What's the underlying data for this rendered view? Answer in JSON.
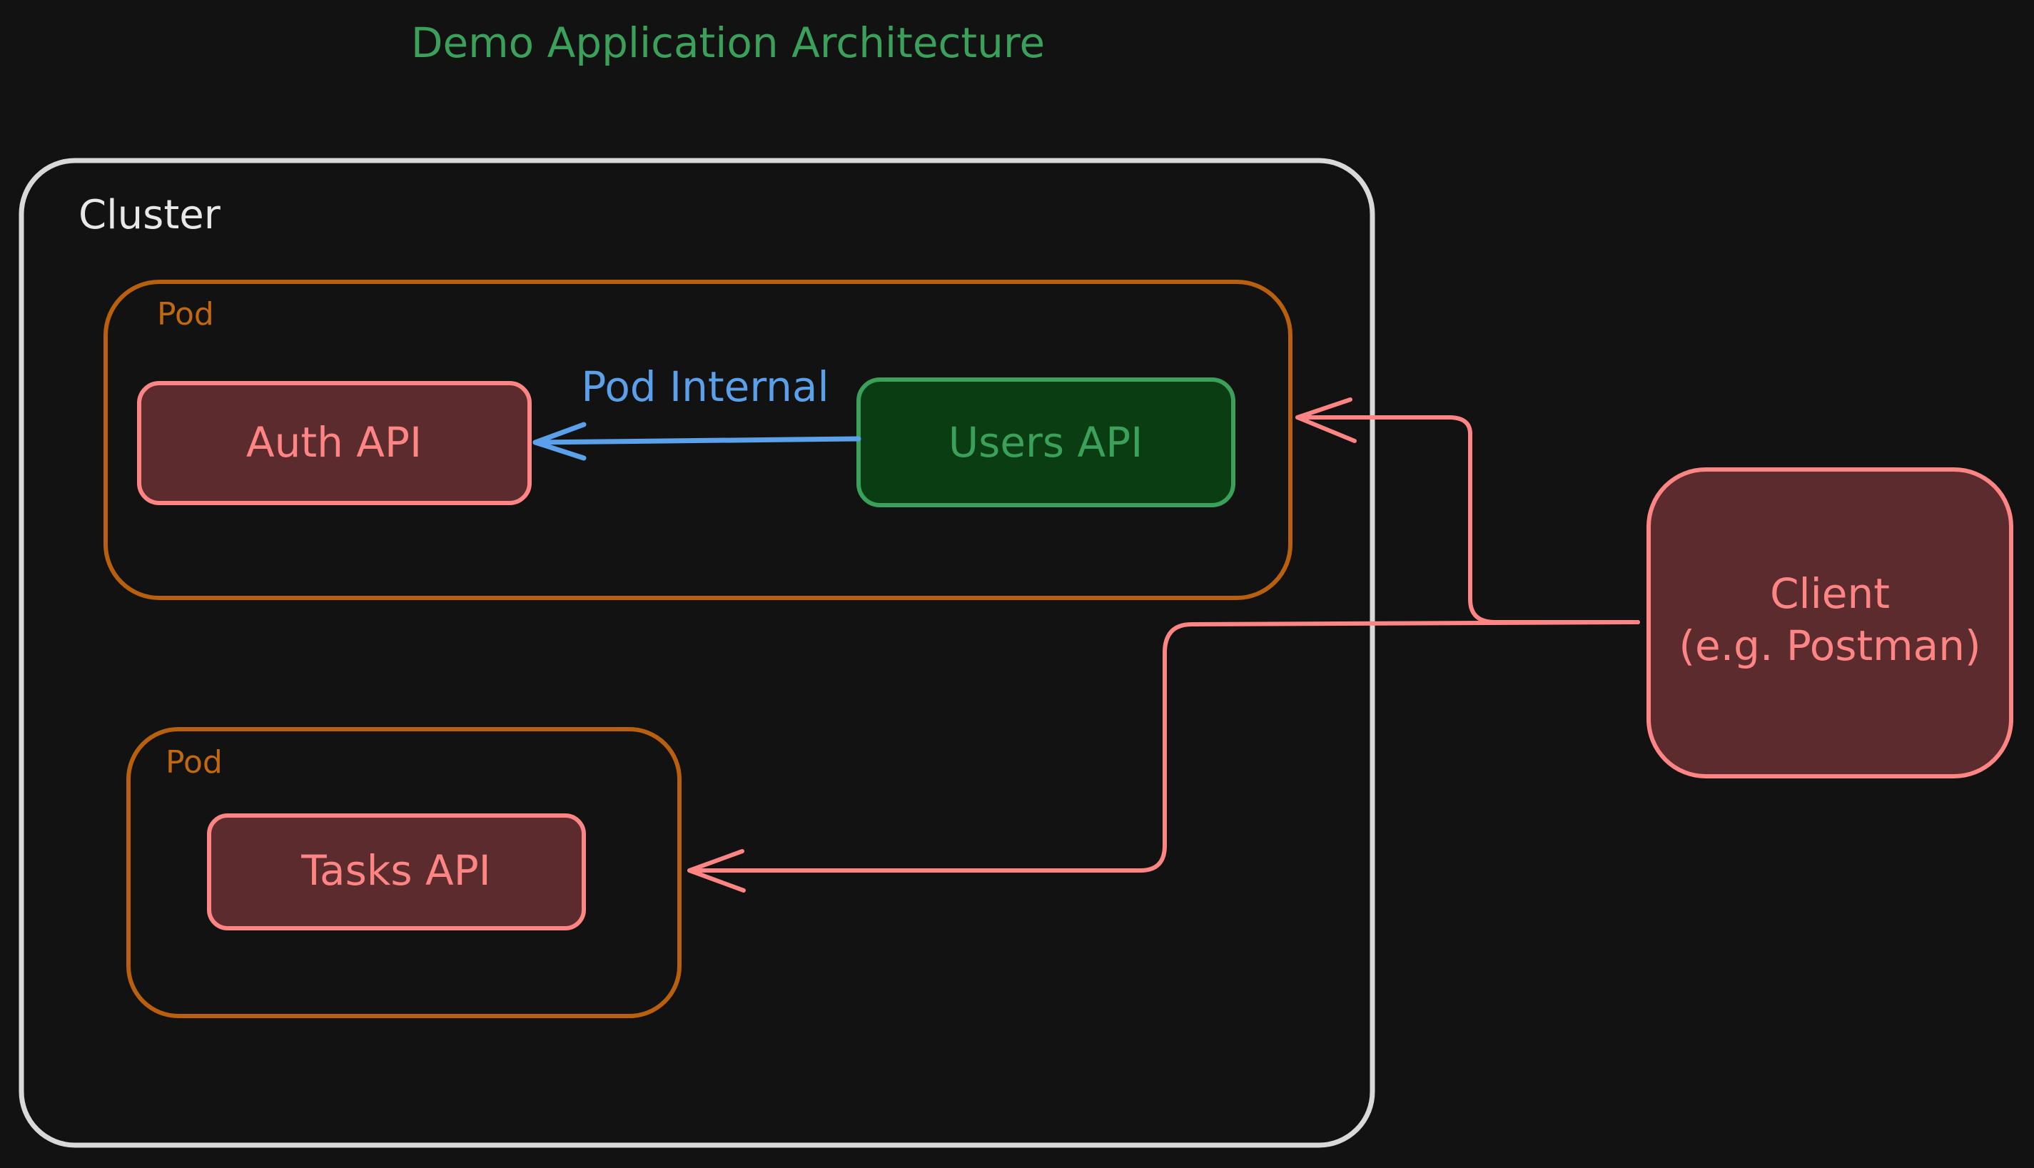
{
  "title": "Demo Application Architecture",
  "cluster": {
    "label": "Cluster",
    "pods": [
      {
        "label": "Pod",
        "services": [
          "Auth API",
          "Users API"
        ]
      },
      {
        "label": "Pod",
        "services": [
          "Tasks API"
        ]
      }
    ]
  },
  "nodes": {
    "auth_api": "Auth API",
    "users_api": "Users API",
    "tasks_api": "Tasks API",
    "client": {
      "line1": "Client",
      "line2": "(e.g. Postman)"
    }
  },
  "edges": [
    {
      "from": "users_api",
      "to": "auth_api",
      "label": "Pod Internal"
    },
    {
      "from": "client",
      "to": "pod_1"
    },
    {
      "from": "client",
      "to": "pod_2"
    }
  ],
  "colors": {
    "background": "#121212",
    "title": "#3aa05a",
    "cluster_border": "#d9d9d9",
    "cluster_label": "#e8e8e8",
    "pod_border": "#b8600e",
    "pod_label": "#c2680f",
    "service_fill": "#5c2b2e",
    "service_stroke": "#ff8585",
    "users_fill": "#0a3d12",
    "users_stroke": "#3aa05a",
    "internal_arrow": "#5aa0ea",
    "client_arrow": "#ff8585"
  }
}
